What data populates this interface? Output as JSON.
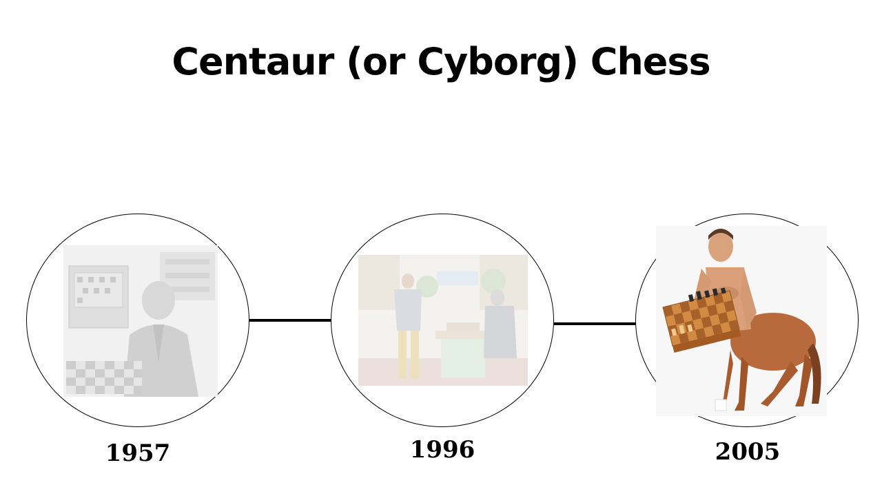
{
  "slide": {
    "title": "Centaur (or Cyborg) Chess"
  },
  "timeline": {
    "nodes": [
      {
        "year": "1957",
        "image": "black-and-white photo of a man playing chess beside an early computer"
      },
      {
        "year": "1996",
        "image": "photo of a chess match between a man and a computer operator"
      },
      {
        "year": "2005",
        "image": "centaur holding a chessboard"
      }
    ]
  }
}
